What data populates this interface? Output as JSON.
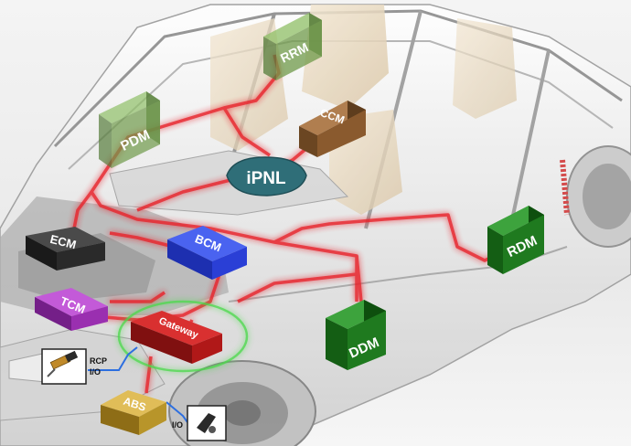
{
  "modules": {
    "rrm": "RRM",
    "pdm": "PDM",
    "ccm": "CCM",
    "ipnl": "iPNL",
    "ecm": "ECM",
    "bcm": "BCM",
    "rdm": "RDM",
    "tcm": "TCM",
    "gateway": "Gateway",
    "ddm": "DDM",
    "abs": "ABS"
  },
  "sensors": {
    "rcp_label": "RCP",
    "rcp_io": "I/O",
    "abs_io": "I/O"
  },
  "colors": {
    "bus_line": "#e8202a",
    "rrm": "#6f9a4a",
    "pdm": "#6f9a4a",
    "ccm": "#8a5a2e",
    "ipnl": "#2f6e78",
    "ecm": "#2a2a2a",
    "bcm": "#2a3fd6",
    "rdm": "#1f7a1f",
    "tcm": "#9a2fb0",
    "gateway": "#b01818",
    "ddm": "#1f7a1f",
    "abs": "#b8952a",
    "gateway_ring": "#4cd94c",
    "io_wire": "#2d6fe0"
  }
}
